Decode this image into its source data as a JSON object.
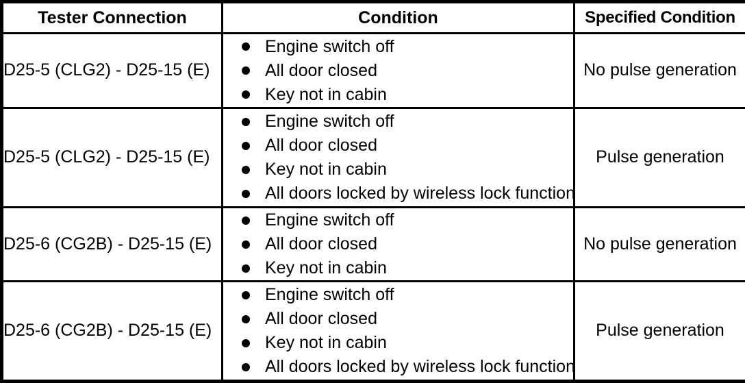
{
  "table": {
    "columns": [
      {
        "key": "tester_connection",
        "label": "Tester Connection"
      },
      {
        "key": "condition",
        "label": "Condition"
      },
      {
        "key": "specified_condition",
        "label": "Specified Condition"
      }
    ],
    "bullet_icon": "filled-circle-bullet",
    "rows": [
      {
        "tester_connection": "D25-5 (CLG2) - D25-15 (E)",
        "conditions": [
          "Engine switch off",
          "All door closed",
          "Key not in cabin"
        ],
        "specified_condition": "No pulse generation"
      },
      {
        "tester_connection": "D25-5 (CLG2) - D25-15 (E)",
        "conditions": [
          "Engine switch off",
          "All door closed",
          "Key not in cabin",
          "All doors locked by wireless lock function"
        ],
        "specified_condition": "Pulse generation"
      },
      {
        "tester_connection": "D25-6 (CG2B) - D25-15 (E)",
        "conditions": [
          "Engine switch off",
          "All door closed",
          "Key not in cabin"
        ],
        "specified_condition": "No pulse generation"
      },
      {
        "tester_connection": "D25-6 (CG2B) - D25-15 (E)",
        "conditions": [
          "Engine switch off",
          "All door closed",
          "Key not in cabin",
          "All doors locked by wireless lock function"
        ],
        "specified_condition": "Pulse generation"
      }
    ]
  },
  "colors": {
    "border": "#000000",
    "background": "#ffffff",
    "text": "#000000"
  }
}
